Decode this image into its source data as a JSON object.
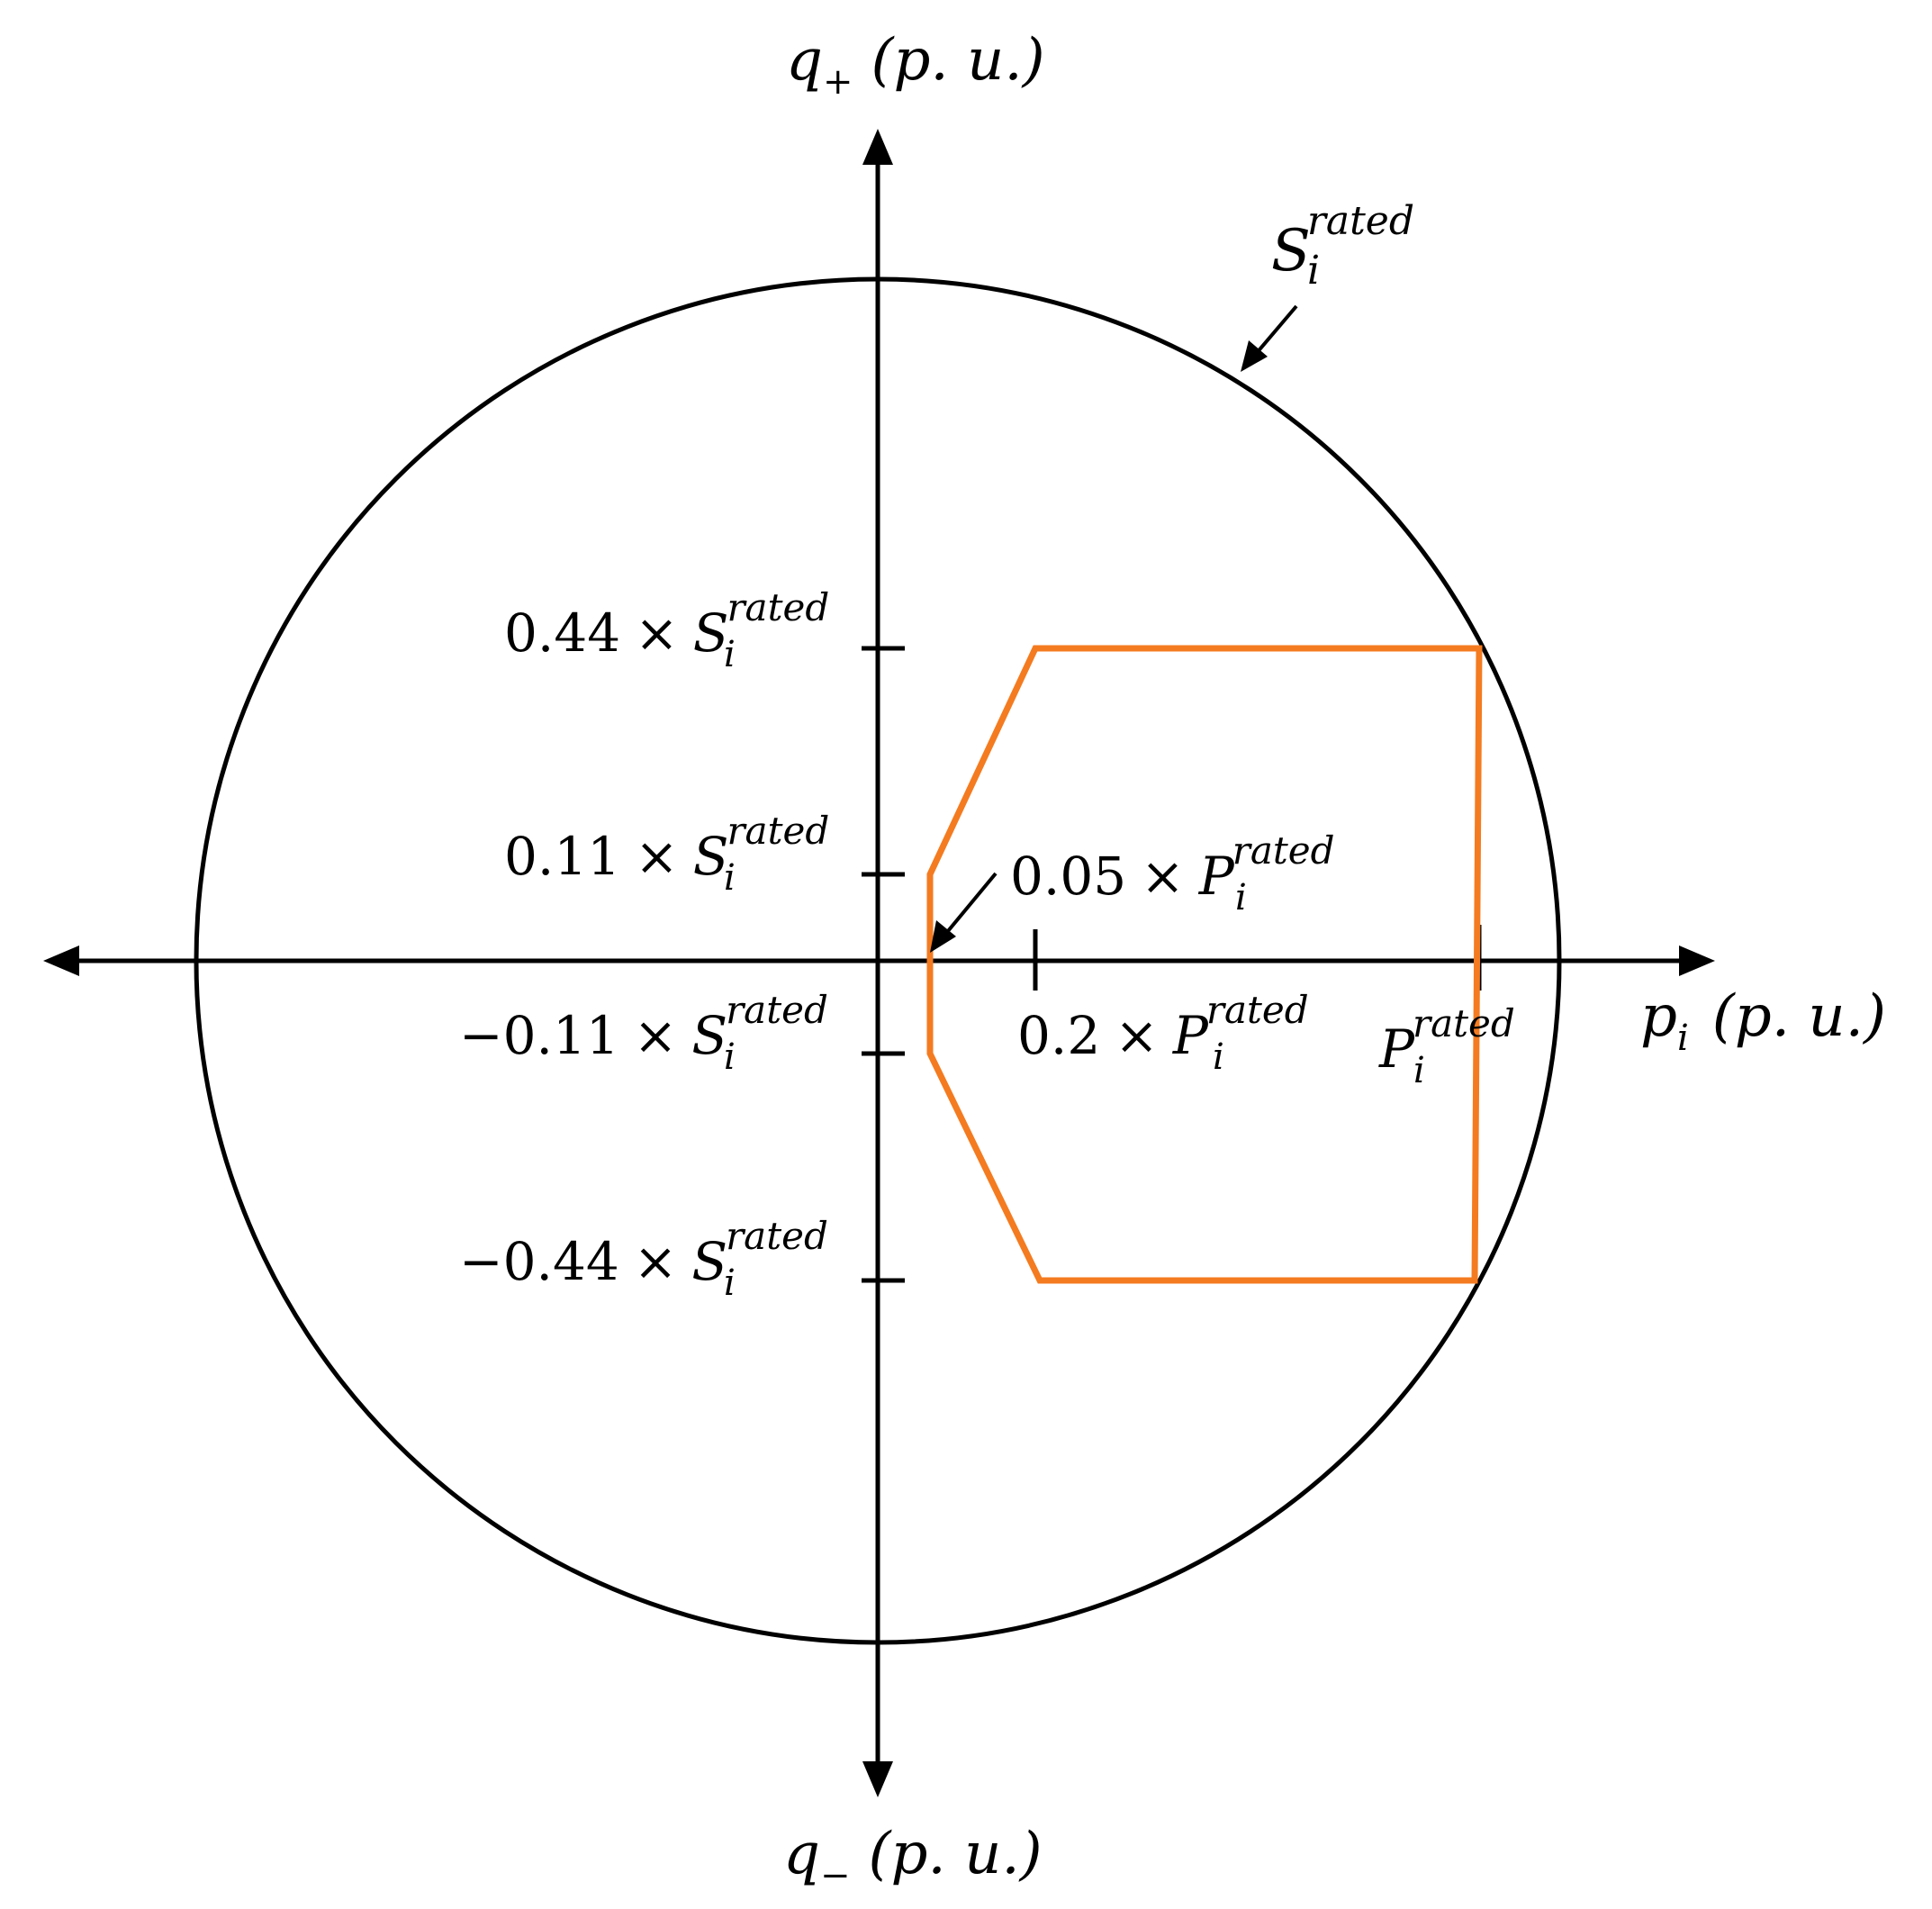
{
  "axes": {
    "q_plus": {
      "sym": "q",
      "sub": "+",
      "unit": "(p. u.)"
    },
    "q_minus": {
      "sym": "q",
      "sub": "−",
      "unit": "(p. u.)"
    },
    "p": {
      "sym": "p",
      "sub": "i",
      "unit": "(p. u.)"
    }
  },
  "circle_label": {
    "sym": "S",
    "sub": "i",
    "sup": "rated"
  },
  "q_ticks": [
    {
      "value": "0.44",
      "sign": "",
      "factor": "×",
      "sym": "S",
      "sub": "i",
      "sup": "rated"
    },
    {
      "value": "0.11",
      "sign": "",
      "factor": "×",
      "sym": "S",
      "sub": "i",
      "sup": "rated"
    },
    {
      "value": "0.11",
      "sign": "−",
      "factor": "×",
      "sym": "S",
      "sub": "i",
      "sup": "rated"
    },
    {
      "value": "0.44",
      "sign": "−",
      "factor": "×",
      "sym": "S",
      "sub": "i",
      "sup": "rated"
    }
  ],
  "p_ticks": [
    {
      "value": "0.05",
      "factor": "×",
      "sym": "P",
      "sub": "i",
      "sup": "rated"
    },
    {
      "value": "0.2",
      "factor": "×",
      "sym": "P",
      "sub": "i",
      "sup": "rated"
    },
    {
      "value": "",
      "factor": "",
      "sym": "P",
      "sub": "i",
      "sup": "rated"
    }
  ],
  "colors": {
    "axis": "#000000",
    "circle": "#000000",
    "region": "#f47b20"
  },
  "region_polygon_pu": [
    [
      0.2,
      0.44
    ],
    [
      1.0,
      0.44
    ],
    [
      1.0,
      -0.44
    ],
    [
      0.2,
      -0.44
    ],
    [
      0.05,
      -0.11
    ],
    [
      0.05,
      0.11
    ]
  ]
}
